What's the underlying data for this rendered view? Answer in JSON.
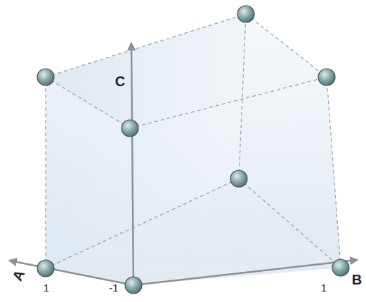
{
  "diagram": {
    "labels": [
      "C",
      "A",
      "1",
      "1",
      "B",
      "-1"
    ]
  }
}
